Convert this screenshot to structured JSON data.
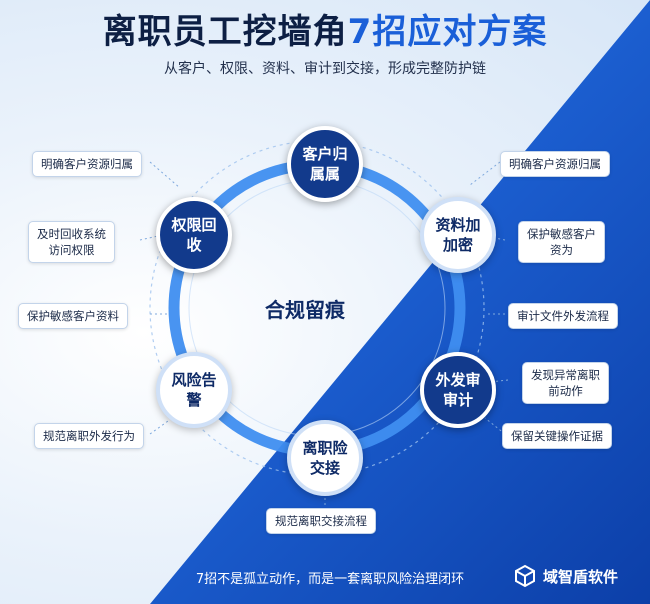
{
  "title": {
    "main": "离职员工挖墙角",
    "highlight": "7招应对方案"
  },
  "subtitle": "从客户、权限、资料、审计到交接，形成完整防护链",
  "center_label": "合规留痕",
  "nodes": [
    {
      "label": "客户归属属"
    },
    {
      "label": "资料加加密"
    },
    {
      "label": "外发审审计"
    },
    {
      "label": "离职险交接"
    },
    {
      "label": "风险告警"
    },
    {
      "label": "权限回收"
    }
  ],
  "callouts": {
    "left": [
      "明确客户资源归属",
      "及时回收系统\n访问权限",
      "保护敏感客户资料",
      "规范离职外发行为"
    ],
    "right": [
      "明确客户资源归属",
      "保护敏感客户\n资为",
      "审计文件外发流程",
      "发现异常离职\n前动作",
      "保留关键操作证据"
    ],
    "bottom": "规范离职交接流程"
  },
  "footer": {
    "text": "7招不是孤立动作，而是一套离职风险治理闭环",
    "brand": "域智盾软件",
    "brand_icon": "cube-logo-icon"
  },
  "colors": {
    "dark_blue": "#123a8c",
    "accent_blue": "#1a5fd8",
    "ring_blue": "#3f8ef0"
  }
}
